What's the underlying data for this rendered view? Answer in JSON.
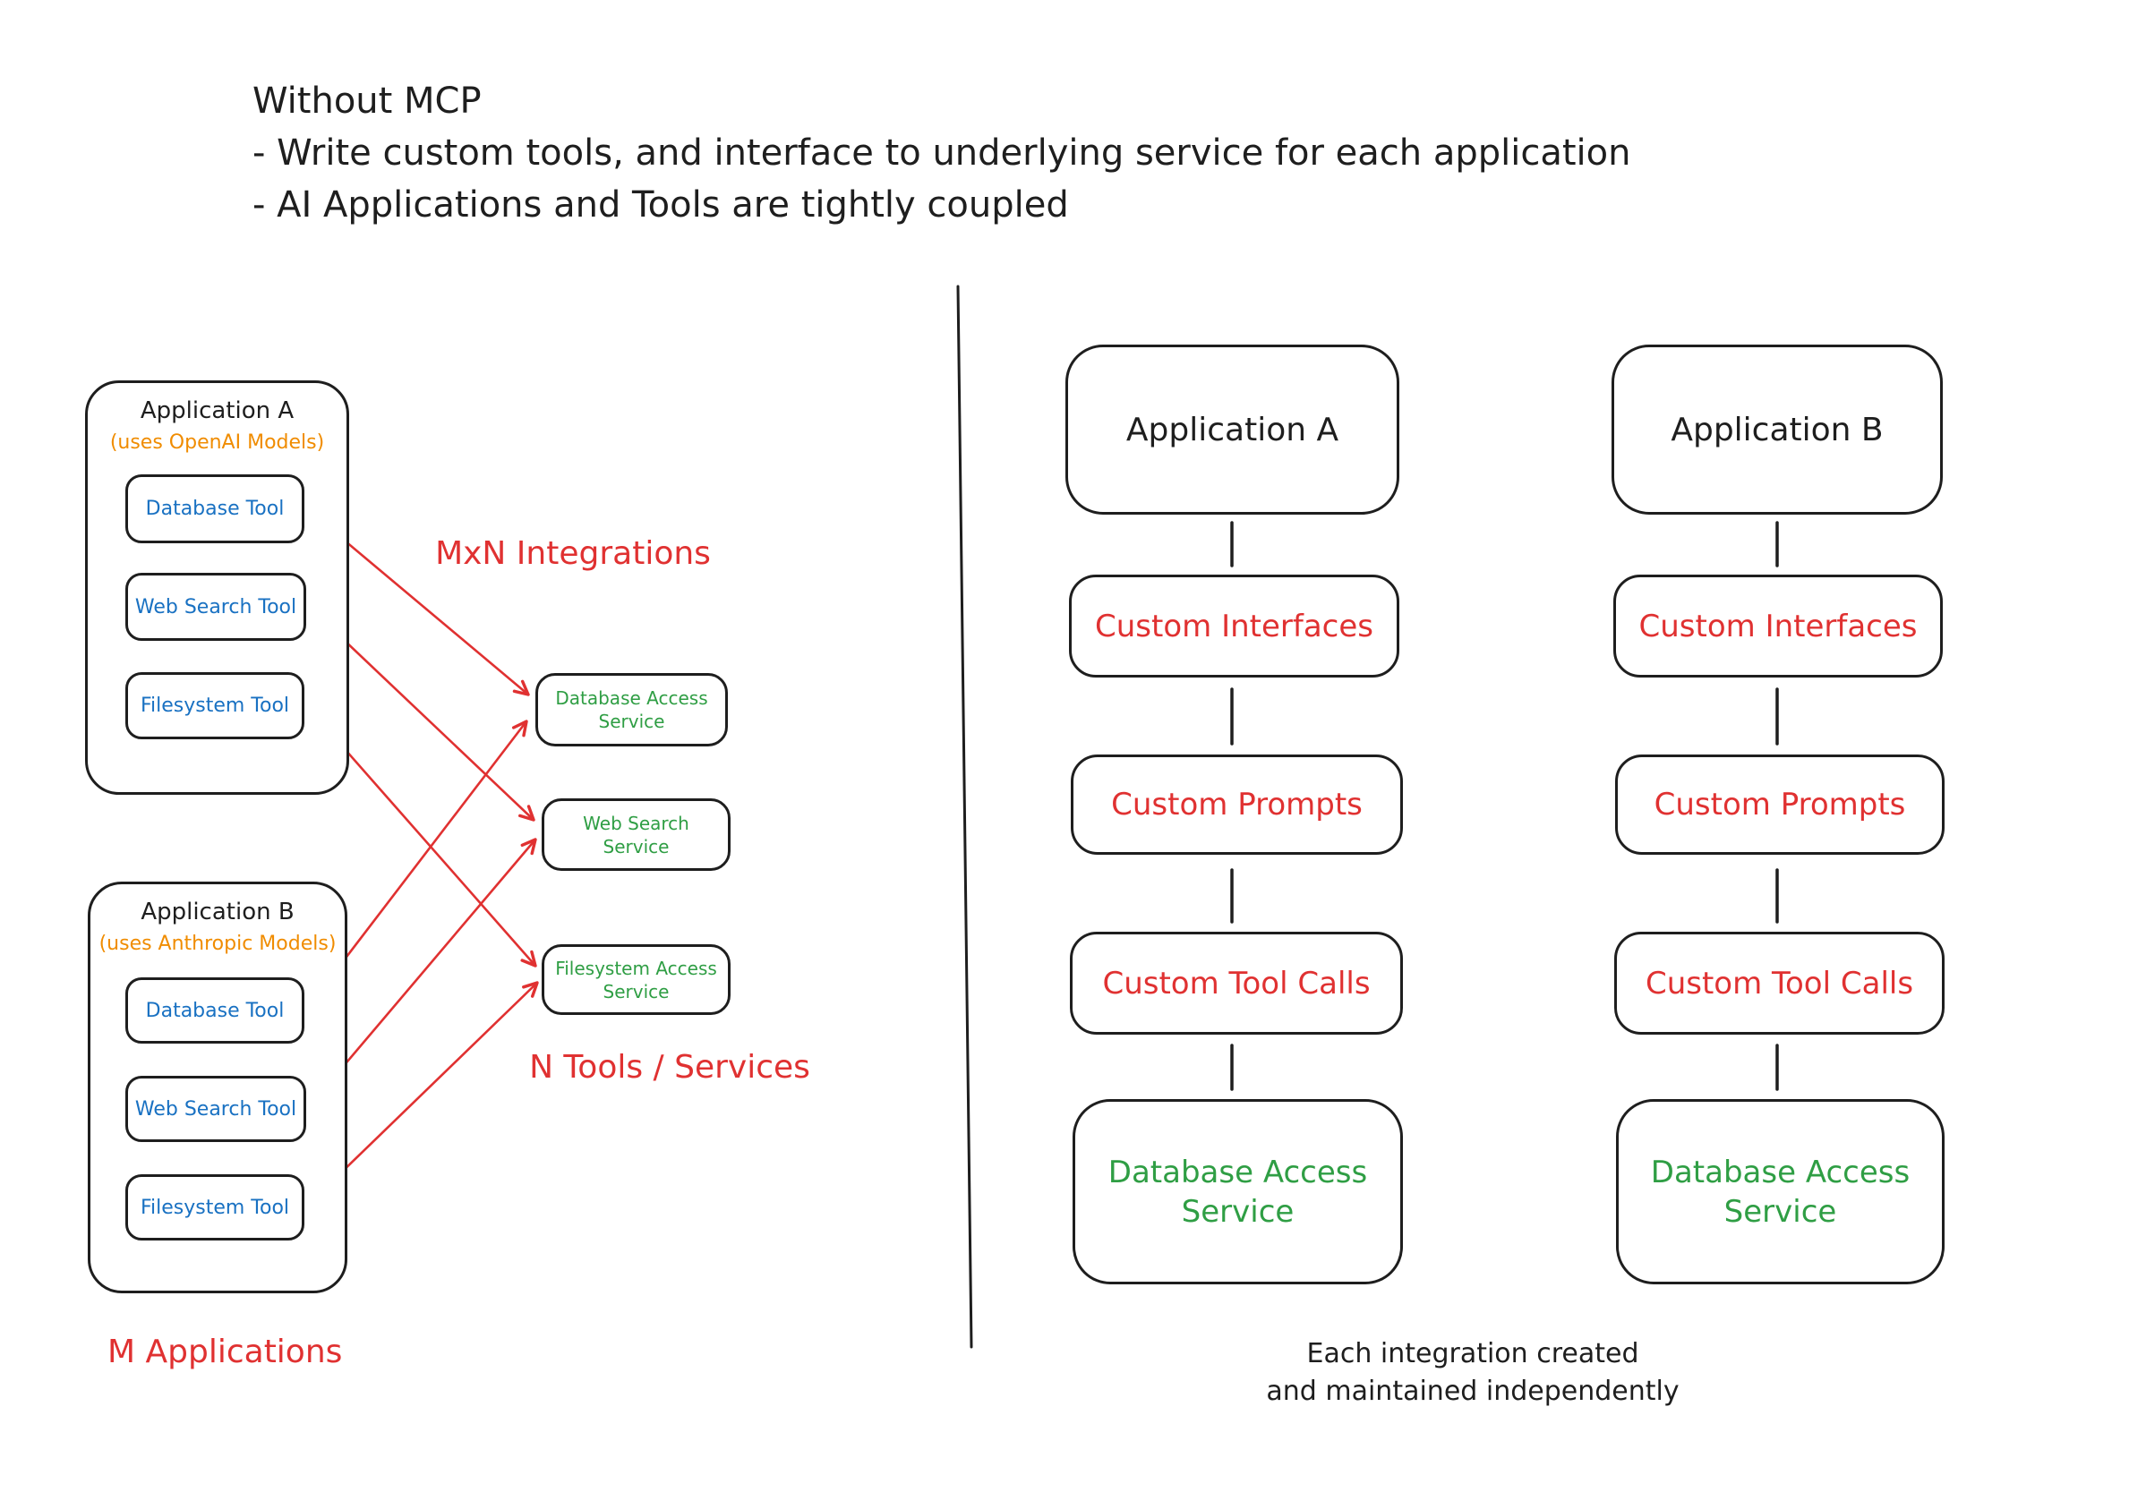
{
  "header": {
    "title": "Without MCP",
    "bullet1": "- Write custom tools, and interface to underlying service for each application",
    "bullet2": "- AI Applications and Tools are tightly coupled"
  },
  "left": {
    "app_a": {
      "title": "Application A",
      "subtitle": "(uses OpenAI Models)",
      "tools": [
        "Database Tool",
        "Web Search Tool",
        "Filesystem Tool"
      ]
    },
    "app_b": {
      "title": "Application B",
      "subtitle": "(uses Anthropic Models)",
      "tools": [
        "Database Tool",
        "Web Search Tool",
        "Filesystem Tool"
      ]
    },
    "services": [
      {
        "line1": "Database Access",
        "line2": "Service"
      },
      {
        "line1": "Web Search",
        "line2": "Service"
      },
      {
        "line1": "Filesystem Access",
        "line2": "Service"
      }
    ],
    "label_mxn": "MxN Integrations",
    "label_n": "N Tools / Services",
    "label_m": "M Applications"
  },
  "right": {
    "columns": [
      {
        "app": "Application A",
        "steps": [
          "Custom Interfaces",
          "Custom Prompts",
          "Custom Tool Calls"
        ],
        "service_line1": "Database Access",
        "service_line2": "Service"
      },
      {
        "app": "Application B",
        "steps": [
          "Custom Interfaces",
          "Custom Prompts",
          "Custom Tool Calls"
        ],
        "service_line1": "Database Access",
        "service_line2": "Service"
      }
    ],
    "caption_line1": "Each integration created",
    "caption_line2": "and maintained independently"
  },
  "colors": {
    "ink": "#1e1e1e",
    "red": "#e03131",
    "green": "#2f9e44",
    "blue": "#1971c2",
    "orange": "#f08c00"
  }
}
